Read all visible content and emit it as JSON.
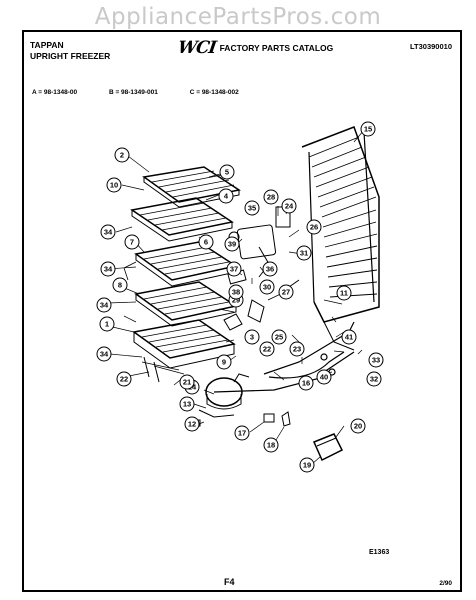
{
  "watermark": "AppliancePartsPros.com",
  "header": {
    "brand": "TAPPAN",
    "product": "UPRIGHT FREEZER",
    "logo": "WCI",
    "catalog_title": "FACTORY PARTS CATALOG",
    "publication_no": "LT30390010"
  },
  "model_keys": [
    "A = 98-1348-00",
    "B = 98-1349-001",
    "C = 98-1348-002"
  ],
  "callouts": [
    "1",
    "2",
    "3",
    "4",
    "5",
    "6",
    "7",
    "8",
    "9",
    "10",
    "11",
    "12",
    "13",
    "14",
    "15",
    "16",
    "17",
    "18",
    "19",
    "20",
    "21",
    "22",
    "22",
    "23",
    "24",
    "25",
    "26",
    "27",
    "28",
    "29",
    "30",
    "31",
    "32",
    "33",
    "34",
    "34",
    "34",
    "34",
    "35",
    "36",
    "37",
    "38",
    "39",
    "40",
    "41"
  ],
  "figure_code": "E1363",
  "page_no": "F4",
  "date": "2/90"
}
